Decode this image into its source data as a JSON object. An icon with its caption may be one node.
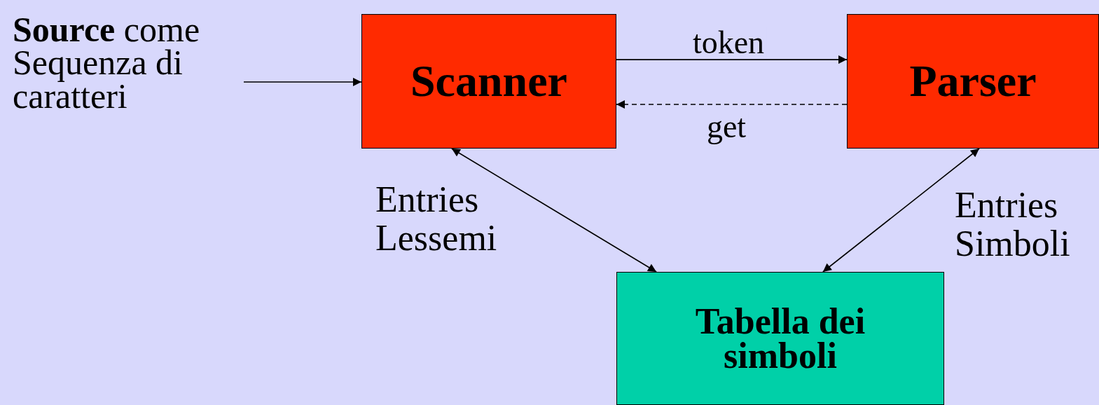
{
  "diagram": {
    "nodes": [
      {
        "text": [
          "**Source** come Sequenza di caratteri"
        ]
      },
      {
        "text": [
          "Scanner"
        ]
      },
      {
        "text": [
          "Parser"
        ]
      },
      {
        "text": [
          "Tabella dei simboli"
        ]
      }
    ],
    "edges": [
      {
        "from": 0,
        "to": 1,
        "arrow": "to"
      },
      {
        "from": 1,
        "to": 2,
        "arrow": "to",
        "label": "token"
      },
      {
        "from": 2,
        "to": 1,
        "arrow": "to",
        "label": "get",
        "style": "dashed"
      },
      {
        "from": 1,
        "to": 3,
        "arrow": "both"
      },
      {
        "from": 2,
        "to": 3,
        "arrow": "both"
      }
    ],
    "labels": [
      "Entries Lessemi",
      "Entries Simboli"
    ]
  }
}
